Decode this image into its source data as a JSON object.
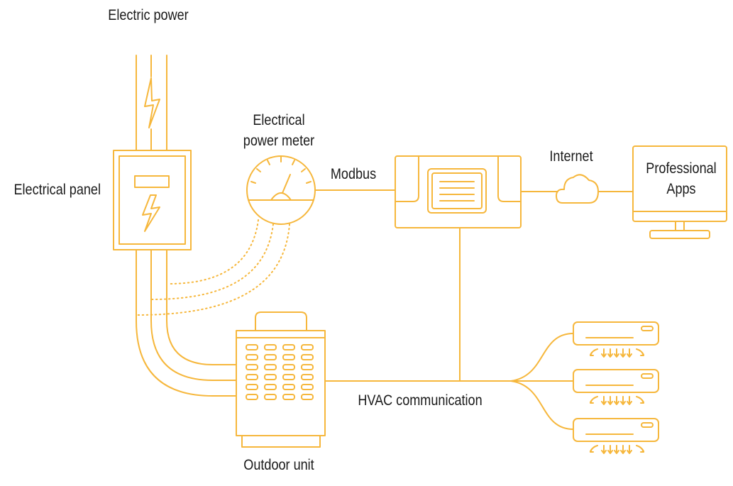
{
  "colors": {
    "line": "#F6B73C",
    "text": "#1a1a1a",
    "background": "#ffffff"
  },
  "labels": {
    "electric_power": "Electric power",
    "electrical_panel": "Electrical panel",
    "power_meter_line1": "Electrical",
    "power_meter_line2": "power meter",
    "modbus": "Modbus",
    "internet": "Internet",
    "professional_apps_line1": "Professional",
    "professional_apps_line2": "Apps",
    "hvac_communication": "HVAC communication",
    "outdoor_unit": "Outdoor unit"
  },
  "icons": {
    "power": "lightning-bolt-icon",
    "panel": "electrical-panel-icon",
    "meter": "power-meter-gauge-icon",
    "gateway": "gateway-device-icon",
    "cloud": "cloud-icon",
    "computer": "monitor-icon",
    "outdoor": "outdoor-unit-icon",
    "indoor": "indoor-ac-unit-icon"
  }
}
